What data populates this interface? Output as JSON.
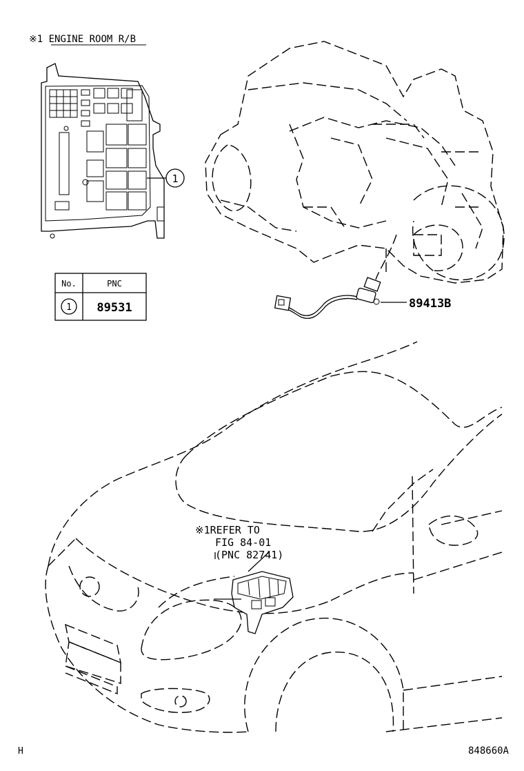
{
  "header_label": "※1 ENGINE ROOM R/B",
  "callouts": {
    "circle_1": "1",
    "part_89413b": "89413B",
    "refer_line1": "※1REFER TO",
    "refer_line2": "FIG 84-01",
    "refer_line3": "(PNC 82741)"
  },
  "pnc_table": {
    "headers": [
      "No.",
      "PNC"
    ],
    "rows": [
      {
        "no": "1",
        "pnc": "89531"
      }
    ]
  },
  "footer": {
    "left_code": "H",
    "illustration_id": "848660A"
  }
}
